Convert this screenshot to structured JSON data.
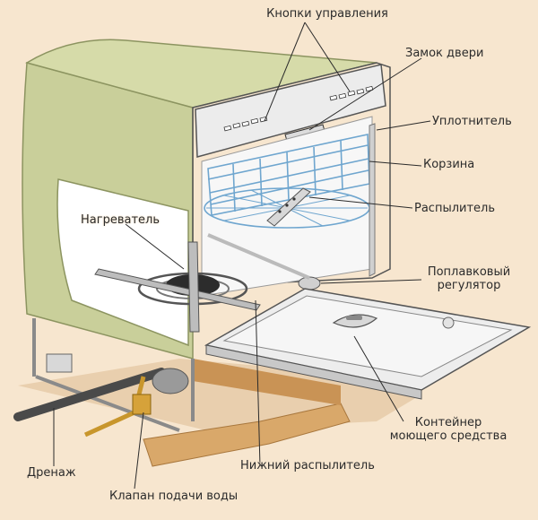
{
  "labels": {
    "control_buttons": "Кнопки управления",
    "door_lock": "Замок двери",
    "seal": "Уплотнитель",
    "basket": "Корзина",
    "sprayer": "Распылитель",
    "heater": "Нагреватель",
    "float_regulator_line1": "Поплавковый",
    "float_regulator_line2": "регулятор",
    "detergent_container_line1": "Контейнер",
    "detergent_container_line2": "моющего средства",
    "lower_sprayer": "Нижний распылитель",
    "drain": "Дренаж",
    "water_valve": "Клапан подачи воды"
  },
  "colors": {
    "background": "#f7e6cf",
    "body_green": "#c9cf9a",
    "body_green_dark": "#a9b27a",
    "interior": "#ffffff",
    "steel": "#bfbfbf",
    "basket_blue": "#6fa6cf",
    "wood": "#d9a86a",
    "leader_line": "#2b2b2b"
  }
}
